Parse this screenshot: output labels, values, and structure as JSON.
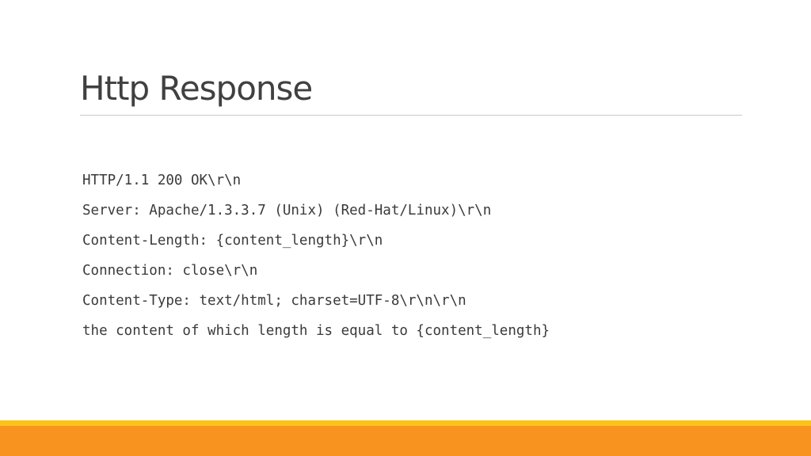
{
  "slide": {
    "title": "Http Response",
    "lines": [
      "HTTP/1.1 200 OK\\r\\n",
      "Server: Apache/1.3.3.7 (Unix) (Red-Hat/Linux)\\r\\n",
      "Content-Length: {content_length}\\r\\n",
      "Connection: close\\r\\n",
      "Content-Type: text/html; charset=UTF-8\\r\\n\\r\\n",
      "the content of which length is equal to {content_length}"
    ]
  },
  "theme": {
    "accent_orange": "#f7931e",
    "accent_yellow": "#fbc31a",
    "title_color": "#404040",
    "text_color": "#3a3a3a",
    "rule_color": "#c8c8c8"
  }
}
